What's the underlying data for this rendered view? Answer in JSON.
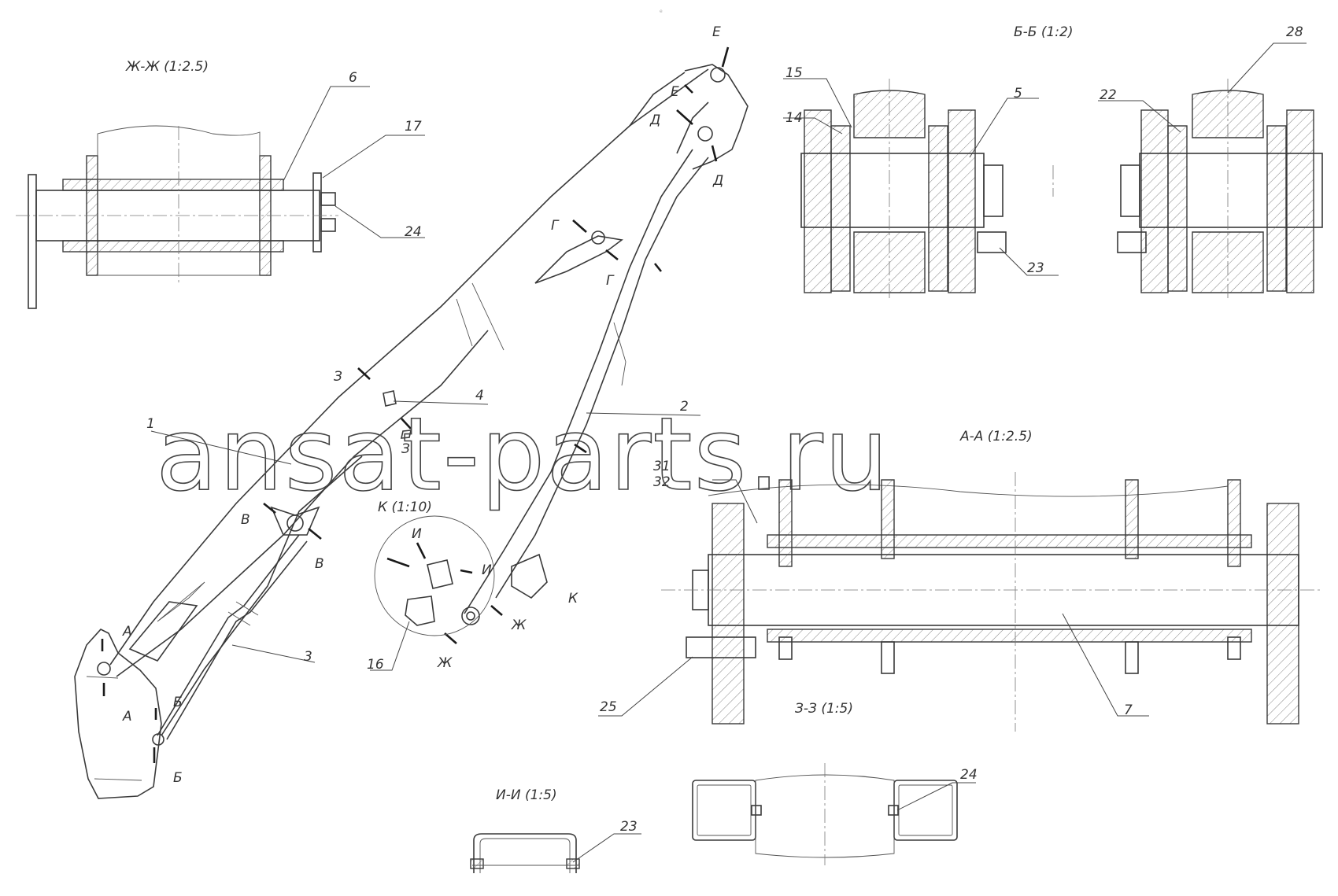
{
  "header_mark": "e",
  "watermark": "ansat-parts.ru",
  "views": {
    "zh_zh": "Ж-Ж (1:2.5)",
    "b_b": "Б-Б (1:2)",
    "k": "К (1:10)",
    "a_a": "А-А (1:2.5)",
    "z_z": "З-З (1:5)",
    "i_i": "И-И (1:5)"
  },
  "cut_letters": {
    "A": "А",
    "B": "Б",
    "V": "В",
    "G": "Г",
    "D": "Д",
    "E": "Е",
    "ZH": "Ж",
    "Z": "З",
    "I": "И",
    "K": "К"
  },
  "part_numbers": {
    "p1": "1",
    "p2": "2",
    "p3": "3",
    "p4": "4",
    "p5": "5",
    "p6": "6",
    "p7": "7",
    "p14": "14",
    "p15": "15",
    "p16": "16",
    "p17": "17",
    "p22": "22",
    "p23a": "23",
    "p23b": "23",
    "p24a": "24",
    "p24b": "24",
    "p25": "25",
    "p28": "28",
    "p31": "31",
    "p32": "32"
  }
}
